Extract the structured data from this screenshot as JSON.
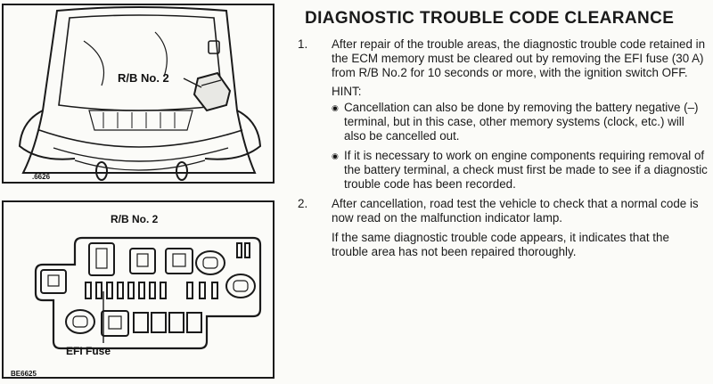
{
  "figure1": {
    "label": "R/B No. 2",
    "code": ".6626"
  },
  "figure2": {
    "title": "R/B No. 2",
    "fuse_label": "EFI Fuse",
    "code": "BE6625"
  },
  "heading": "DIAGNOSTIC TROUBLE CODE CLEARANCE",
  "steps": [
    {
      "number": "1.",
      "text": "After repair of the trouble areas, the diagnostic trouble code retained in the ECM memory must be cleared out by removing the EFI fuse (30 A) from R/B No.2 for 10 seconds or more, with the ignition switch OFF.",
      "hint_label": "HINT:",
      "bullets": [
        "Cancellation can also be done by removing the battery negative (–) terminal, but in this case, other memory systems (clock, etc.) will also be cancelled out.",
        "If it is necessary to work on engine components requiring removal of the battery terminal, a check must first be made to see if a diagnostic trouble code has been recorded."
      ]
    },
    {
      "number": "2.",
      "text": "After cancellation, road test the vehicle to check that a normal code is now read on the malfunction indicator lamp.",
      "followup": "If the same diagnostic trouble code appears, it indicates that the trouble area has not been repaired thoroughly."
    }
  ],
  "bullet_icon": "bullet-circle-icon"
}
